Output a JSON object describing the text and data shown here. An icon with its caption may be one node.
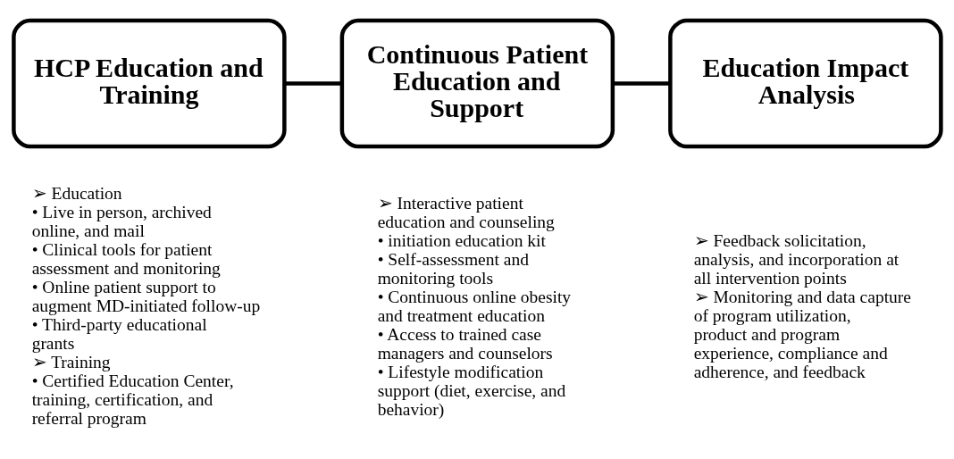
{
  "diagram": {
    "nodes": [
      {
        "text": [
          "HCP Education and Training"
        ],
        "beside": [
          "➢ Education",
          "• Live in person, archived online, and mail",
          "• Clinical tools for patient assessment and monitoring",
          "• Online patient support to augment MD-initiated follow-up",
          "• Third-party educational grants",
          "➢ Training",
          "• Certified Education Center, training, certification, and referral program"
        ]
      },
      {
        "text": [
          "Continuous Patient Education and Support"
        ],
        "beside": [
          "➢ Interactive patient education and counseling",
          "• initiation education kit",
          "• Self-assessment and monitoring tools",
          "• Continuous online obesity and treatment education",
          "• Access to trained case managers and counselors",
          "• Lifestyle modification support (diet, exercise, and behavior)"
        ]
      },
      {
        "text": [
          "Education Impact Analysis"
        ],
        "beside": [
          "➢ Feedback solicitation, analysis, and incorporation at all intervention points",
          "➢ Monitoring and data capture of program utilization, product and program experience, compliance and adherence, and feedback"
        ]
      }
    ],
    "edges": [
      {
        "from": 0,
        "to": 1,
        "arrow": "none"
      },
      {
        "from": 1,
        "to": 2,
        "arrow": "none"
      }
    ]
  }
}
